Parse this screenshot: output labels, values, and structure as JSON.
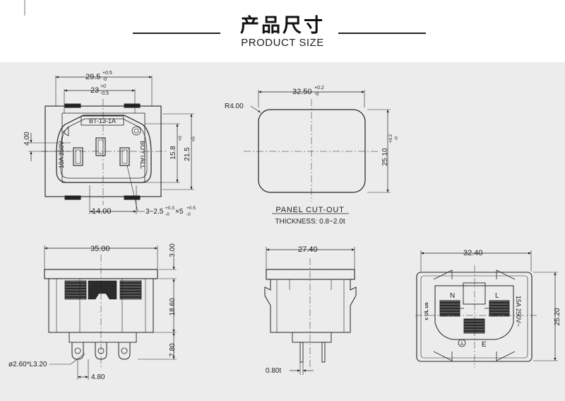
{
  "header": {
    "title": "产品尺寸",
    "subtitle": "PRODUCT SIZE"
  },
  "front_view": {
    "width_overall": "29.5",
    "width_overall_tol": [
      "+0.5",
      "-0"
    ],
    "width_inner": "23",
    "width_inner_tol": [
      "+0",
      "-0.5"
    ],
    "height_left": "4.00",
    "height_inner": "15.8",
    "height_inner_tol": [
      "+0",
      "-0.5"
    ],
    "height_overall": "21.5",
    "height_overall_tol": [
      "+0",
      "-0.5"
    ],
    "bottom_width": "14.00",
    "slot_prefix": "3−2.5",
    "slot_tol_a": [
      "+0.3",
      "-0"
    ],
    "slot_mid": "×5",
    "slot_tol_b": [
      "+0.5",
      "-0"
    ],
    "model": "BT-13-1A",
    "rating": "10A 250V~",
    "brand": "BOYTALL"
  },
  "panel_cutout": {
    "radius": "R4.00",
    "width": "32.50",
    "width_tol": [
      "+0.2",
      "-0"
    ],
    "height": "25.10",
    "height_tol": [
      "+0.2",
      "-0"
    ],
    "title": "PANEL CUT-OUT",
    "thickness": "THICKNESS: 0.8~2.0t"
  },
  "side_view": {
    "width": "35.00",
    "top_height": "3.00",
    "body_height": "18.60",
    "terminal_height": "7.80",
    "pin_spec": "ø2.60*L3.20",
    "pin_pitch": "4.80"
  },
  "end_view": {
    "width": "27.40",
    "thickness": "0.80t"
  },
  "rear_view": {
    "width": "32.40",
    "height": "25.20",
    "label_n": "N",
    "label_l": "L",
    "label_e": "E",
    "rating": "15A 250V~",
    "ul_mark": "c UL us"
  }
}
